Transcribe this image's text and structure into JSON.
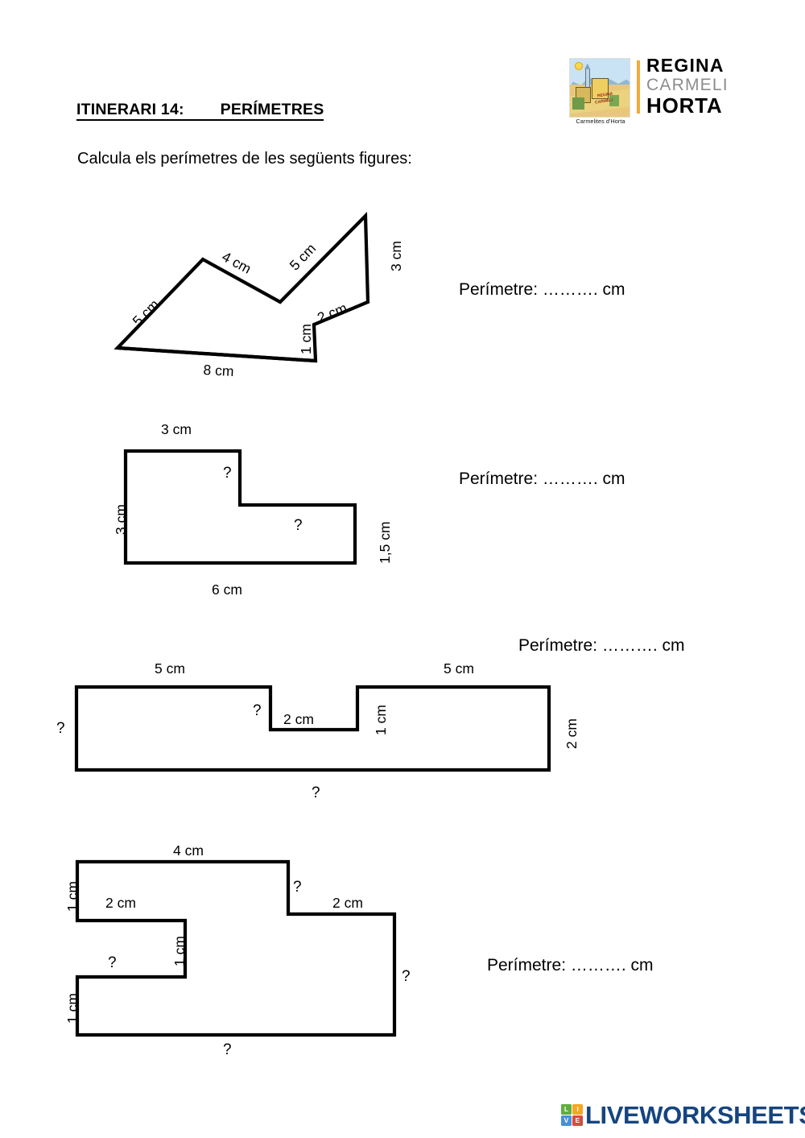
{
  "header": {
    "title": "ITINERARI 14:        PERÍMETRES",
    "instruction": "Calcula els perímetres de les següents figures:"
  },
  "logo": {
    "line1": "REGINA",
    "line2": "CARMELI",
    "line3": "HORTA",
    "caption": "Carmelites d'Horta",
    "picture_text_1": "REGINA",
    "picture_text_2": "CARMELI",
    "accent_color": "#f2a93b",
    "gray_color": "#8d8d8d"
  },
  "answers": {
    "perimetre_1": "Perímetre: ………. cm",
    "perimetre_2": "Perímetre: ………. cm",
    "perimetre_3": "Perímetre: ………. cm",
    "perimetre_4": "Perímetre: ………. cm"
  },
  "figures": [
    {
      "id": "figure-1",
      "kind": "irregular-polygon",
      "labels": [
        {
          "name": "label-5cm-left",
          "text": "5 cm"
        },
        {
          "name": "label-4cm-top",
          "text": "4 cm"
        },
        {
          "name": "label-5cm-right",
          "text": "5 cm"
        },
        {
          "name": "label-3cm-right",
          "text": "3 cm"
        },
        {
          "name": "label-2cm",
          "text": "2 cm"
        },
        {
          "name": "label-1cm",
          "text": "1 cm"
        },
        {
          "name": "label-8cm-bottom",
          "text": "8 cm"
        }
      ]
    },
    {
      "id": "figure-2",
      "kind": "L-shape",
      "labels": [
        {
          "name": "label-3cm-top",
          "text": "3 cm"
        },
        {
          "name": "label-3cm-left",
          "text": "3 cm"
        },
        {
          "name": "label-unknown-1",
          "text": "?"
        },
        {
          "name": "label-unknown-2",
          "text": "?"
        },
        {
          "name": "label-1-5cm-right",
          "text": "1,5 cm"
        },
        {
          "name": "label-6cm-bottom",
          "text": "6 cm"
        }
      ]
    },
    {
      "id": "figure-3",
      "kind": "notched-rectangle",
      "labels": [
        {
          "name": "label-5cm-left-top",
          "text": "5 cm"
        },
        {
          "name": "label-5cm-right-top",
          "text": "5 cm"
        },
        {
          "name": "label-unknown-left",
          "text": "?"
        },
        {
          "name": "label-unknown-notch",
          "text": "?"
        },
        {
          "name": "label-2cm-notch",
          "text": "2 cm"
        },
        {
          "name": "label-1cm-notch",
          "text": "1 cm"
        },
        {
          "name": "label-2cm-right",
          "text": "2 cm"
        },
        {
          "name": "label-unknown-bottom",
          "text": "?"
        }
      ]
    },
    {
      "id": "figure-4",
      "kind": "staircase-polygon",
      "labels": [
        {
          "name": "label-4cm-top",
          "text": "4 cm"
        },
        {
          "name": "label-1cm-topleft",
          "text": "1 cm"
        },
        {
          "name": "label-2cm-upper",
          "text": "2 cm"
        },
        {
          "name": "label-unknown-step",
          "text": "?"
        },
        {
          "name": "label-2cm-right-step",
          "text": "2 cm"
        },
        {
          "name": "label-1cm-inner",
          "text": "1 cm"
        },
        {
          "name": "label-unknown-inner",
          "text": "?"
        },
        {
          "name": "label-1cm-bottomleft",
          "text": "1 cm"
        },
        {
          "name": "label-unknown-right",
          "text": "?"
        },
        {
          "name": "label-unknown-bottom",
          "text": "?"
        }
      ]
    }
  ],
  "footer": {
    "brand": "LIVEWORKSHEETS",
    "tiles": [
      {
        "letter": "L",
        "color": "#5fae3c"
      },
      {
        "letter": "I",
        "color": "#f5a623"
      },
      {
        "letter": "V",
        "color": "#4a90d9"
      },
      {
        "letter": "E",
        "color": "#d94b3f"
      }
    ],
    "brand_color": "#15457f"
  }
}
